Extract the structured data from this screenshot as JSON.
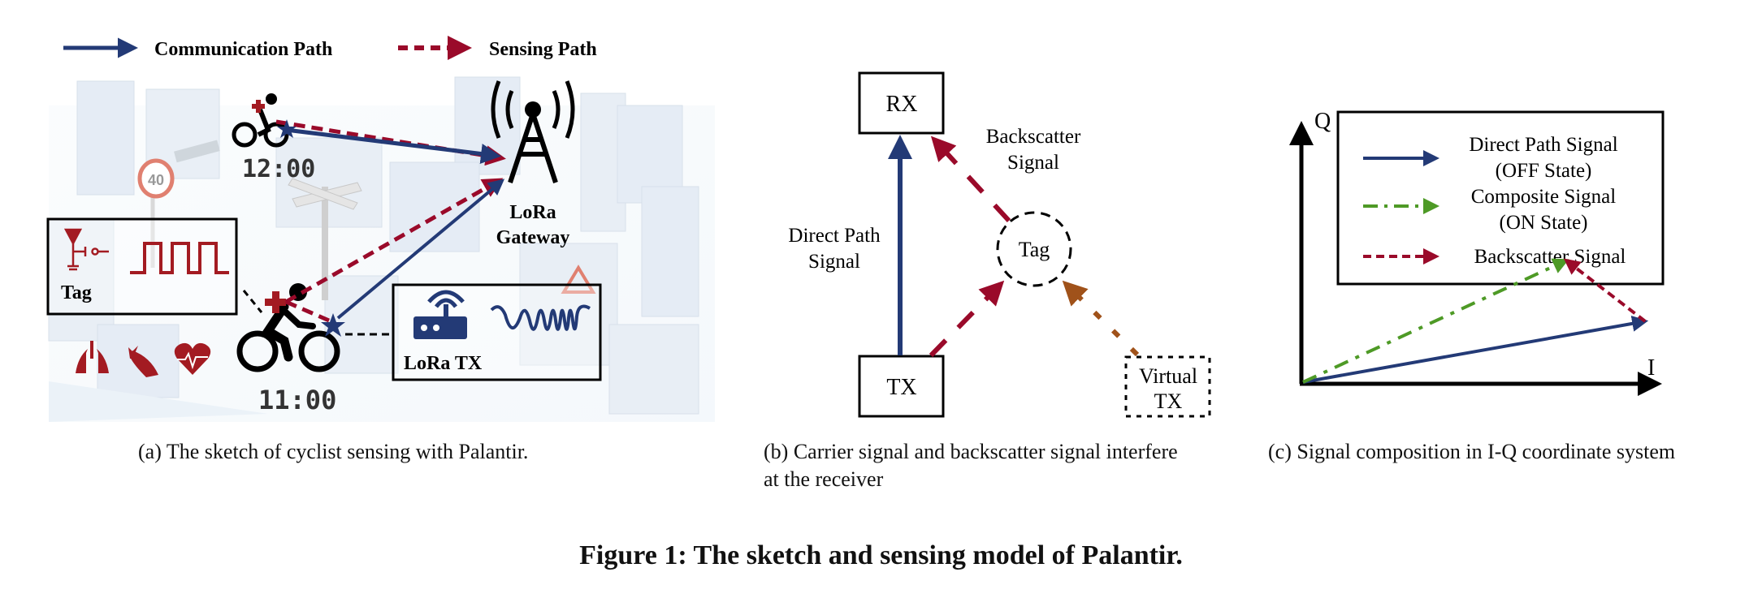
{
  "colors": {
    "communication": "#233a76",
    "sensing": "#9a0a2a",
    "composite": "#4e9a26",
    "virtual": "#a0521a",
    "health": "#a31b22",
    "black": "#000000"
  },
  "panel_a": {
    "legend": [
      {
        "label": "Communication Path",
        "style": "solid",
        "icon": "solid-arrow-icon"
      },
      {
        "label": "Sensing Path",
        "style": "dashed",
        "icon": "dashed-arrow-icon"
      }
    ],
    "tag_box_label": "Tag",
    "gateway_label_line1": "LoRa",
    "gateway_label_line2": "Gateway",
    "tx_box_label": "LoRa TX",
    "time_top": "12:00",
    "time_bottom": "11:00",
    "speed_sign": "40",
    "health_icons": [
      "lungs-icon",
      "hand-pain-icon",
      "heart-pulse-icon"
    ]
  },
  "panel_b": {
    "rx_label": "RX",
    "tx_label": "TX",
    "tag_label": "Tag",
    "virtual_tx_line1": "Virtual",
    "virtual_tx_line2": "TX",
    "direct_line1": "Direct Path",
    "direct_line2": "Signal",
    "backscatter_line1": "Backscatter",
    "backscatter_line2": "Signal"
  },
  "panel_c": {
    "q_axis_label": "Q",
    "i_axis_label": "I",
    "legend": [
      {
        "line1": "Direct Path Signal",
        "line2": "(OFF State)",
        "style": "solid"
      },
      {
        "line1": "Composite Signal",
        "line2": "(ON State)",
        "style": "dash-dot"
      },
      {
        "line1": "Backscatter Signal",
        "line2": "",
        "style": "dashed"
      }
    ],
    "vectors": {
      "direct": {
        "from": [
          0,
          0
        ],
        "to": [
          0.78,
          0.15
        ]
      },
      "composite": {
        "from": [
          0,
          0
        ],
        "to": [
          0.6,
          0.3
        ]
      },
      "backscatter": {
        "from": [
          0.78,
          0.15
        ],
        "to": [
          0.6,
          0.3
        ]
      }
    }
  },
  "captions": {
    "a": "(a)  The sketch of cyclist sensing with Palantir.",
    "b_line1": "(b)  Carrier signal and backscatter signal interfere",
    "b_line2": "at the receiver",
    "c": "(c)  Signal composition in I-Q coordinate system",
    "figure": "Figure 1: The sketch and sensing model of Palantir."
  }
}
